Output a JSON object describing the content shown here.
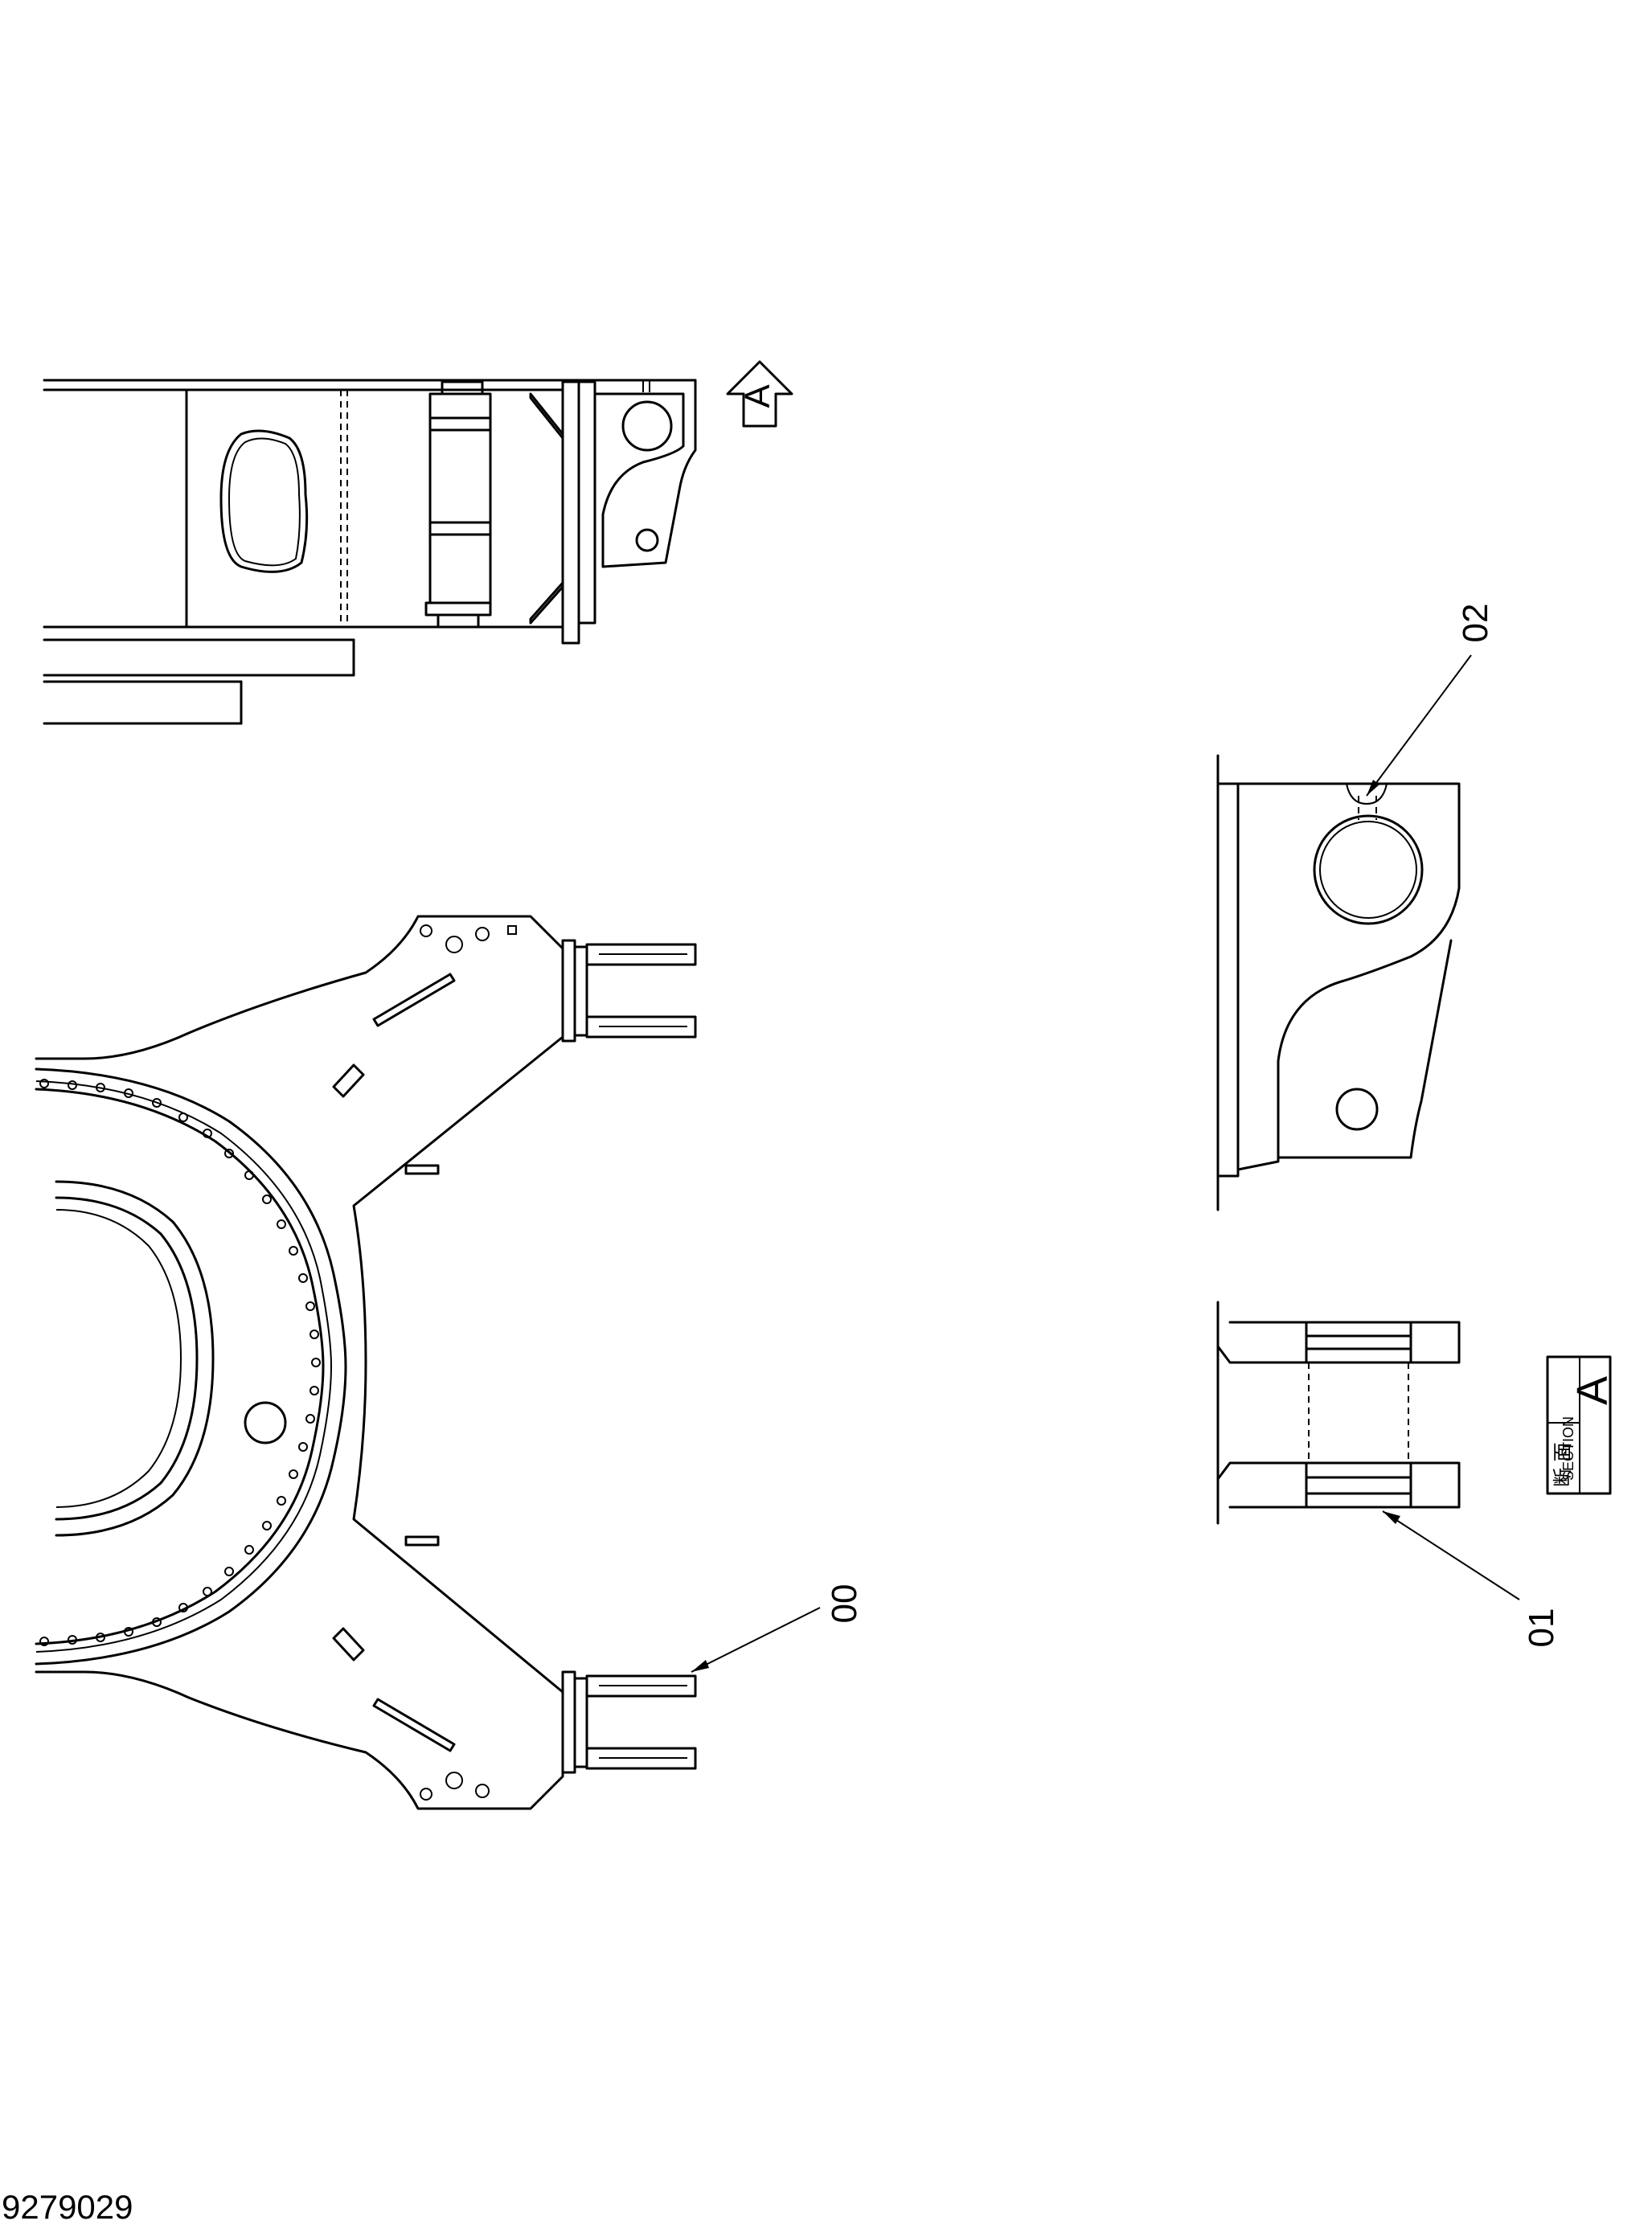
{
  "view_marker": {
    "letter": "A"
  },
  "callouts": [
    {
      "id": "00"
    },
    {
      "id": "01"
    },
    {
      "id": "02"
    }
  ],
  "section_box": {
    "japanese": "断 面",
    "english": "SECTION",
    "letter": "A"
  },
  "document_number": "9279029"
}
